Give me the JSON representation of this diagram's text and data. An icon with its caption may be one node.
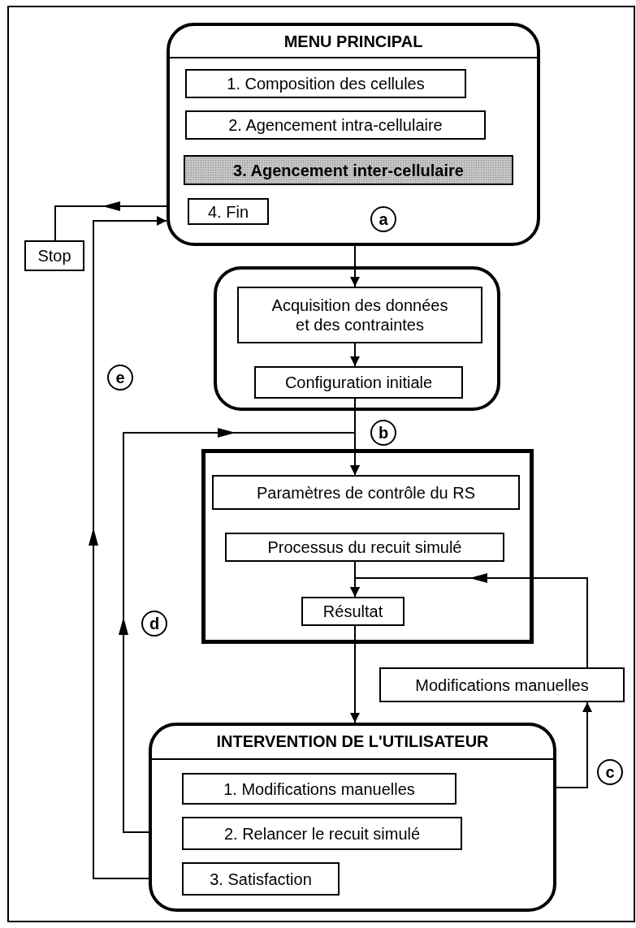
{
  "diagram": {
    "nodes": [
      {
        "text": [
          "MENU PRINCIPAL"
        ]
      },
      {
        "text": [
          "1. Composition des cellules"
        ],
        "in": 0
      },
      {
        "text": [
          "2. Agencement intra-cellulaire"
        ],
        "in": 0
      },
      {
        "text": [
          "3. Agencement inter-cellulaire"
        ],
        "in": 0
      },
      {
        "text": [
          "4. Fin"
        ],
        "in": 0
      },
      {
        "text": [
          "Stop"
        ]
      },
      {
        "text": [],
        "shape": "box"
      },
      {
        "text": [
          "Acquisition des données et des contraintes"
        ],
        "in": 6
      },
      {
        "text": [
          "Configuration initiale"
        ],
        "in": 6
      },
      {
        "text": [],
        "shape": "box"
      },
      {
        "text": [
          "Paramètres de contrôle du RS"
        ],
        "in": 9
      },
      {
        "text": [
          "Processus du recuit simulé"
        ],
        "in": 9
      },
      {
        "text": [
          "Résultat"
        ],
        "in": 9
      },
      {
        "text": [
          "Modifications manuelles"
        ]
      },
      {
        "text": [
          "INTERVENTION DE L'UTILISATEUR"
        ]
      },
      {
        "text": [
          "1. Modifications manuelles"
        ],
        "in": 14
      },
      {
        "text": [
          "2. Relancer le recuit simulé"
        ],
        "in": 14
      },
      {
        "text": [
          "3. Satisfaction"
        ],
        "in": 14
      }
    ],
    "edges": [
      {
        "from": 3,
        "to": 7,
        "arrow": "to"
      },
      {
        "from": 7,
        "to": 8,
        "arrow": "to"
      },
      {
        "from": 8,
        "to": 10,
        "arrow": "to"
      },
      {
        "from": 16,
        "to": 10,
        "arrow": "to"
      },
      {
        "from": 17,
        "to": 0,
        "arrow": "to"
      },
      {
        "from": 4,
        "to": 5,
        "arrow": "to"
      },
      {
        "from": 11,
        "to": 12,
        "arrow": "to"
      },
      {
        "from": 12,
        "to": 14,
        "arrow": "to"
      },
      {
        "from": 15,
        "to": 13,
        "arrow": "to"
      },
      {
        "from": 13,
        "to": 12,
        "arrow": "to"
      }
    ],
    "labels": [
      "a",
      "e",
      "b",
      "d",
      "c"
    ]
  }
}
